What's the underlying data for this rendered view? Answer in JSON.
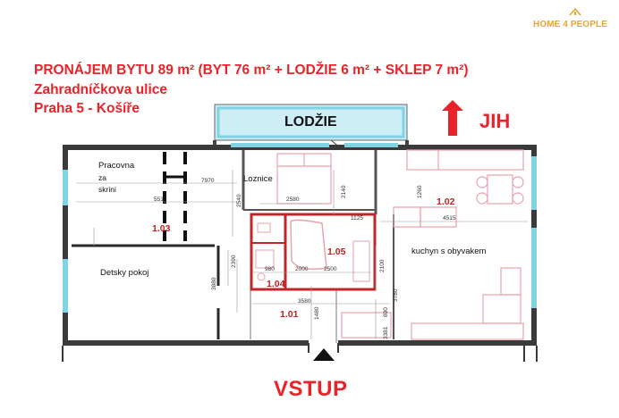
{
  "header": {
    "title": "PRONÁJEM BYTU 89 m² (BYT 76 m² + LODŽIE 6 m² + SKLEP 7 m²)",
    "street": "Zahradníčkova ulice",
    "city": "Praha 5 - Košíře"
  },
  "logo": {
    "text": "HOME 4 PEOPLE"
  },
  "plan": {
    "lodzie_label": "LODŽIE",
    "direction_label": "JIH",
    "entrance_label": "VSTUP",
    "rooms": {
      "pracovna": "Pracovna",
      "pracovna_sub1": "za",
      "pracovna_sub2": "skrini",
      "loznice": "Loznice",
      "detsky_pokoj": "Detsky pokoj",
      "kuchyn": "kuchyn s obyvakem"
    },
    "room_numbers": {
      "n102": "1.02",
      "n103": "1.03",
      "n101": "1.01",
      "n104": "1.04",
      "n105": "1.05"
    },
    "dimensions": {
      "d7970": "7970",
      "d551": "551",
      "d2580": "2580",
      "d2540": "2540",
      "d2140": "2140",
      "d1260": "1260",
      "d1125": "1125",
      "d4515": "4515",
      "d2390": "2390",
      "d3880": "3880",
      "d980": "980",
      "d2000": "2000",
      "d2500": "2500",
      "d2100": "2100",
      "d3780": "3780",
      "d3580": "3580",
      "d800": "800",
      "d1480": "1480",
      "d3381": "3381"
    },
    "colors": {
      "accent_red": "#e8232a",
      "logo_orange": "#e7a53a",
      "window_cyan": "#7fd3e3",
      "bathroom_red": "#c0262a",
      "furniture_pink": "#e8a3ad"
    }
  }
}
